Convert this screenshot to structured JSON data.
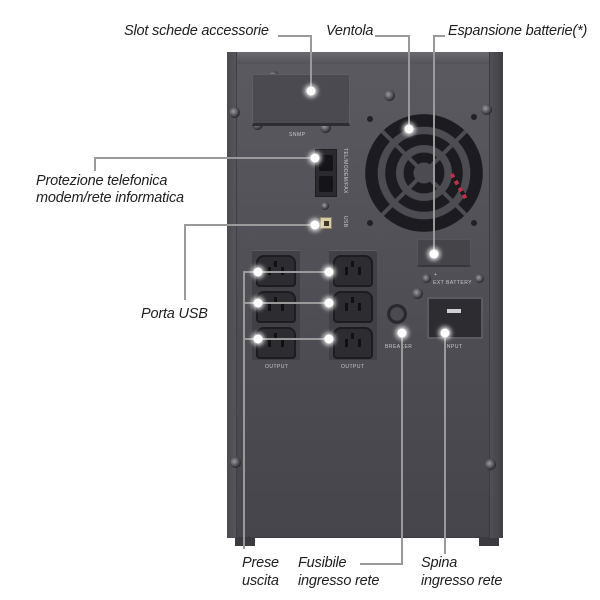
{
  "labels": {
    "slot_accessories": "Slot schede accessorie",
    "fan": "Ventola",
    "battery_expansion": "Espansione batterie(*)",
    "phone_protection_line1": "Protezione telefonica",
    "phone_protection_line2": "modem/rete informatica",
    "usb_port": "Porta USB",
    "outlets_line1": "Prese",
    "outlets_line2": "uscita",
    "fuse_line1": "Fusibile",
    "fuse_line2": "ingresso rete",
    "input_plug_line1": "Spina",
    "input_plug_line2": "ingresso rete"
  },
  "device": {
    "snmp": "SNMP",
    "tel_modem_fax": "TEL/MODEM/FAX",
    "usb": "USB",
    "ext_battery": "EXT BATTERY",
    "ext_battery_plus": "+",
    "output_left": "OUTPUT",
    "output_right": "OUTPUT",
    "breaker": "BREAKER",
    "input": "INPUT"
  },
  "colors": {
    "chassis": "#4c4c52",
    "callout_line": "#9a9a9a",
    "callout_dot": "#ffffff",
    "label_text": "#1e1e1e"
  }
}
